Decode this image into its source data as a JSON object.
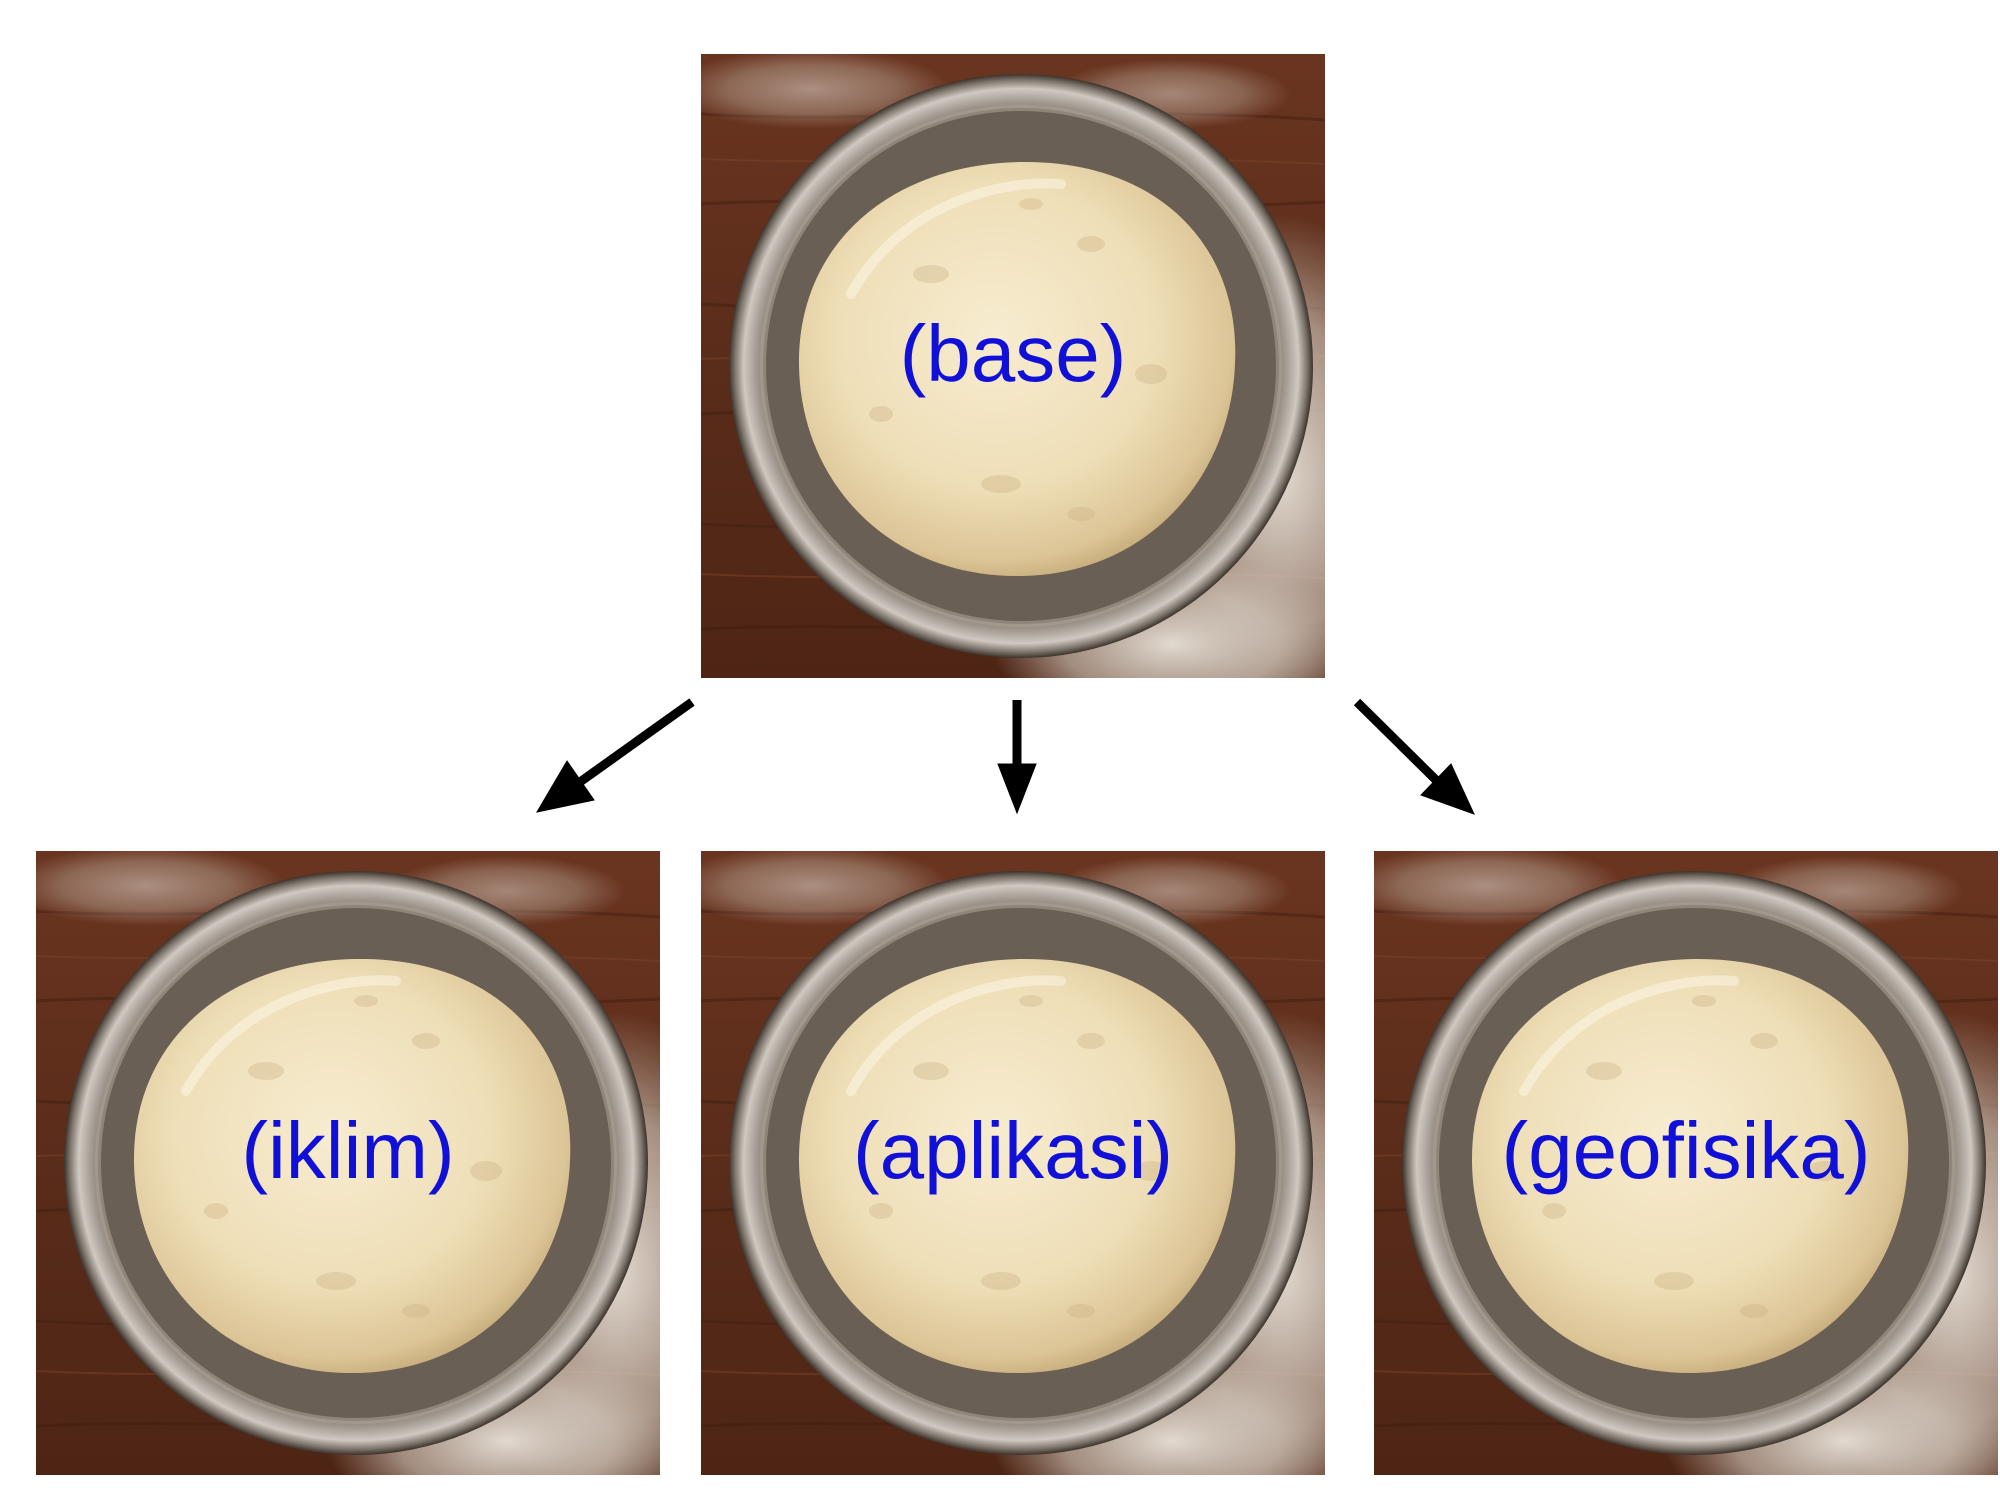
{
  "label_color": "#1010d8",
  "arrow_color": "#000000",
  "nodes": {
    "base": {
      "label": "(base)",
      "image": "dough-bowl-photo"
    },
    "children": [
      {
        "label": "(iklim)",
        "image": "dough-bowl-photo"
      },
      {
        "label": "(aplikasi)",
        "image": "dough-bowl-photo"
      },
      {
        "label": "(geofisika)",
        "image": "dough-bowl-photo"
      }
    ]
  },
  "edges": [
    {
      "from": "base",
      "to": "children.0"
    },
    {
      "from": "base",
      "to": "children.1"
    },
    {
      "from": "base",
      "to": "children.2"
    }
  ]
}
